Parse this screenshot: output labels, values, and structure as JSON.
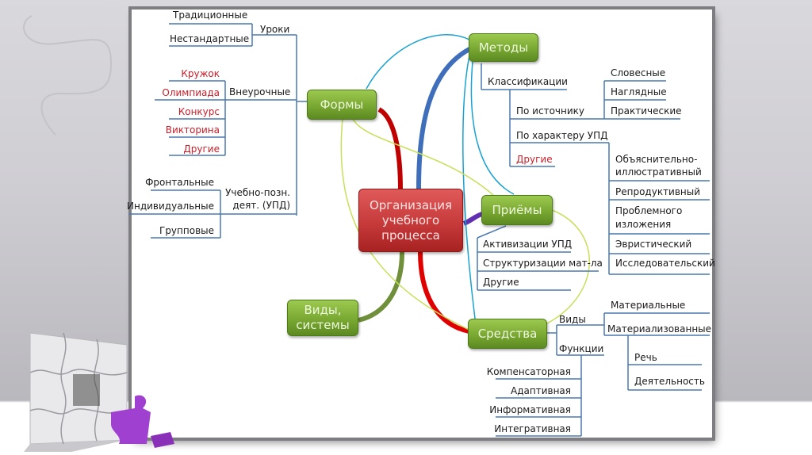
{
  "title": "Организация учебного процесса",
  "nodes": {
    "center": "Организация учебного процесса",
    "formy": "Формы",
    "metody": "Методы",
    "priemy": "Приёмы",
    "sredstva": "Средства",
    "vidy_sistemy": "Виды, системы"
  },
  "formy": {
    "uroki": {
      "label": "Уроки",
      "items": [
        "Традиционные",
        "Нестандартные"
      ]
    },
    "vneurochnye": {
      "label": "Внеурочные",
      "items": [
        "Кружок",
        "Олимпиада",
        "Конкурс",
        "Викторина",
        "Другие"
      ]
    },
    "upd": {
      "label_line1": "Учебно-позн.",
      "label_line2": "деят. (УПД)",
      "items": [
        "Фронтальные",
        "Индивидуальные",
        "Групповые"
      ]
    }
  },
  "metody": {
    "klassifikacii": "Классификации",
    "po_istochniku": {
      "label": "По источнику",
      "items": [
        "Словесные",
        "Наглядные",
        "Практические"
      ]
    },
    "po_harakteru": {
      "label": "По характеру УПД",
      "items": [
        "Объяснительно-иллюстративный",
        "Репродуктивный",
        "Проблемного изложения",
        "Эвристический",
        "Исследовательский"
      ],
      "item0_line1": "Объяснительно-",
      "item0_line2": "иллюстративный",
      "item2_line1": "Проблемного",
      "item2_line2": "изложения"
    },
    "drugie": "Другие"
  },
  "priemy": {
    "items": [
      "Активизации УПД",
      "Структуризации мат-ла",
      "Другие"
    ]
  },
  "sredstva": {
    "vidy": {
      "label": "Виды",
      "items": [
        "Материальные",
        "Материализованные"
      ],
      "sub": [
        "Речь",
        "Деятельность"
      ]
    },
    "funkcii": {
      "label": "Функции",
      "items": [
        "Компенсаторная",
        "Адаптивная",
        "Информативная",
        "Интегративная"
      ]
    }
  },
  "colors": {
    "branch_line": "#4a78b0",
    "red_text": "#c8202a",
    "node_green": "#79a832",
    "node_red": "#c63a3a",
    "link_red": "#c00000",
    "link_blue": "#3f6fba",
    "link_cyan": "#19a2d0",
    "link_yellowgreen": "#c6e05a",
    "link_olive": "#6f8f3a",
    "link_purple": "#6030b0",
    "puzzle_accent": "#a040d0"
  }
}
